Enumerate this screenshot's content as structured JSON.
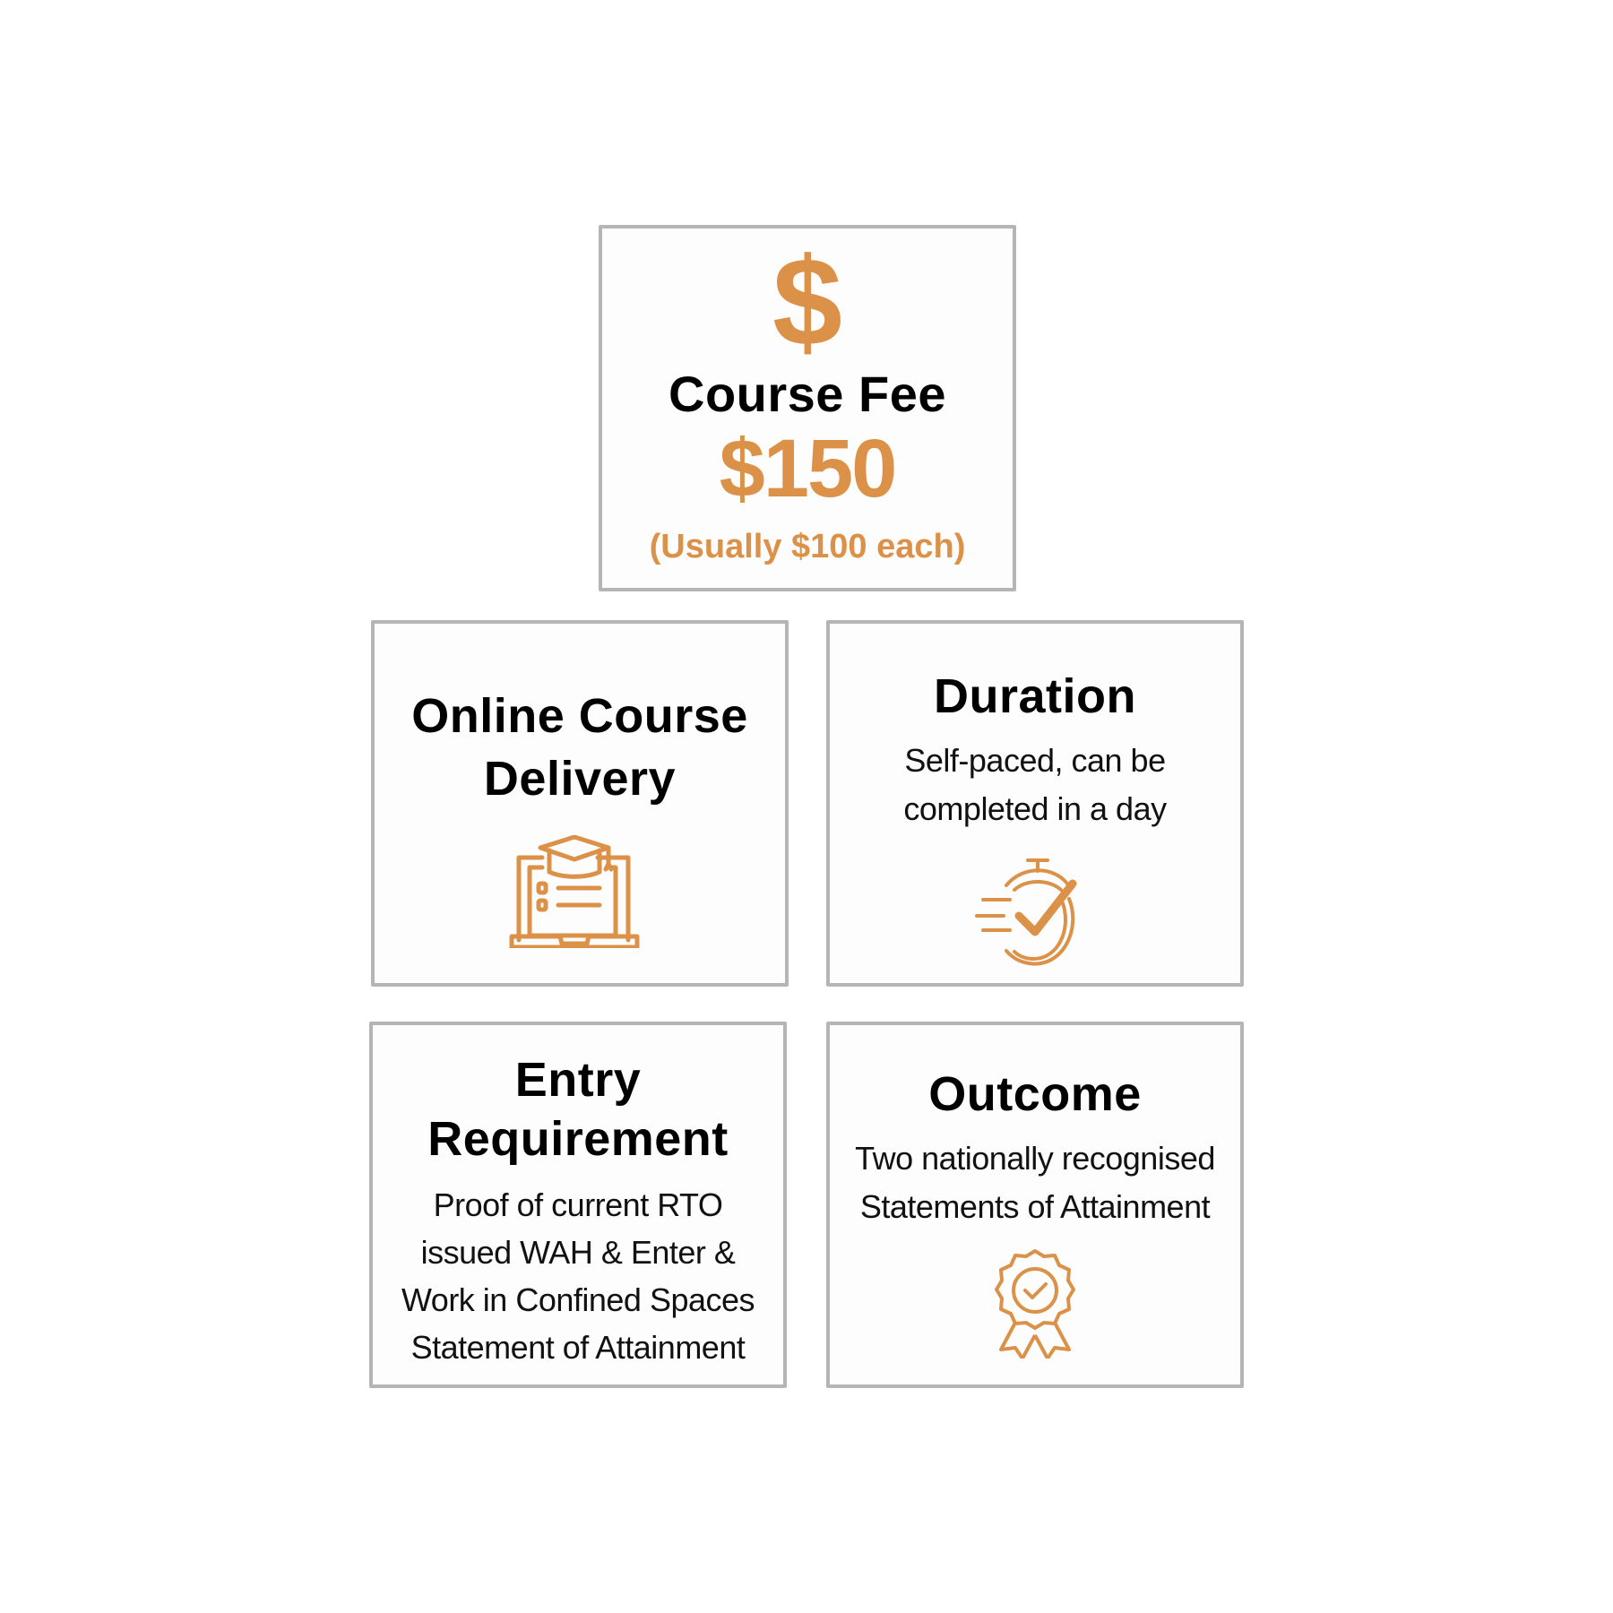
{
  "colors": {
    "accent": "#db9147",
    "border": "#b5b5b5",
    "text": "#000000"
  },
  "fee": {
    "icon": "dollar-icon",
    "title": "Course Fee",
    "price": "$150",
    "note": "(Usually $100 each)"
  },
  "delivery": {
    "title_line1": "Online Course",
    "title_line2": "Delivery",
    "icon": "laptop-graduation-cap-icon"
  },
  "duration": {
    "title": "Duration",
    "text_line1": "Self-paced, can be",
    "text_line2": "completed in a day",
    "icon": "stopwatch-check-icon"
  },
  "entry": {
    "title_line1": "Entry",
    "title_line2": "Requirement",
    "text_lines": [
      "Proof of current RTO",
      "issued WAH & Enter &",
      "Work in Confined Spaces",
      "Statement of Attainment"
    ]
  },
  "outcome": {
    "title": "Outcome",
    "text_line1": "Two nationally recognised",
    "text_line2": "Statements of Attainment",
    "icon": "award-badge-icon"
  }
}
